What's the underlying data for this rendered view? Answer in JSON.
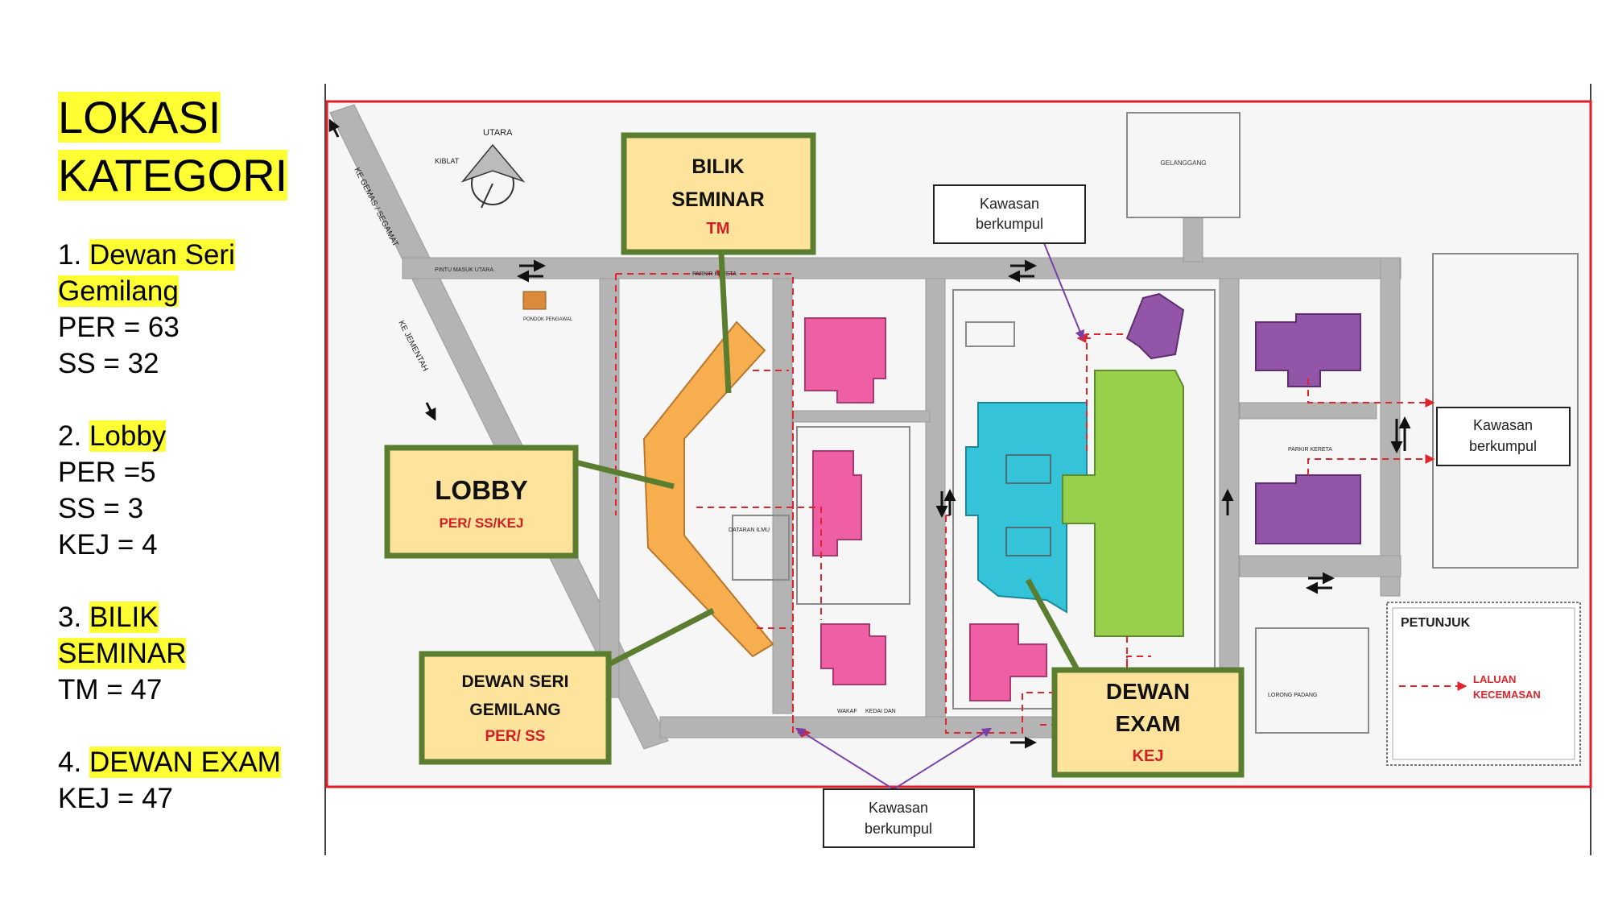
{
  "title": {
    "line1": "LOKASI",
    "line2": "KATEGORI"
  },
  "categories": [
    {
      "num": "1.",
      "name1": "Dewan Seri",
      "name2": "Gemilang",
      "lines": [
        "PER = 63",
        "SS = 32"
      ]
    },
    {
      "num": "2.",
      "name1": "Lobby",
      "name2": "",
      "lines": [
        "PER =5",
        "SS = 3",
        "KEJ = 4"
      ]
    },
    {
      "num": "3.",
      "name1": "BILIK",
      "name2": "SEMINAR",
      "lines": [
        "TM = 47"
      ]
    },
    {
      "num": "4.",
      "name1": "DEWAN EXAM",
      "name2": "",
      "lines": [
        "KEJ = 47"
      ]
    }
  ],
  "map": {
    "callouts": {
      "bilik_seminar": {
        "line1": "BILIK",
        "line2": "SEMINAR",
        "sub": "TM"
      },
      "lobby": {
        "line1": "LOBBY",
        "sub": "PER/ SS/KEJ"
      },
      "dewan_seri": {
        "line1": "DEWAN SERI",
        "line2": "GEMILANG",
        "sub": "PER/ SS"
      },
      "dewan_exam": {
        "line1": "DEWAN",
        "line2": "EXAM",
        "sub": "KEJ"
      }
    },
    "assembly": {
      "line1": "Kawasan",
      "line2": "berkumpul"
    },
    "compass": {
      "utara": "UTARA",
      "kiblat": "KIBLAT"
    },
    "roads": {
      "gemas": "KE GEMAS / SEGAMAT",
      "jementah": "KE JEMENTAH"
    },
    "legend": {
      "title": "PETUNJUK",
      "line1": "LALUAN",
      "line2": "KECEMASAN"
    },
    "small_labels": {
      "pintu_utara": "PINTU MASUK UTARA",
      "pondok": "PONDOK PENGAWAL",
      "parkir": "PARKIR KERETA",
      "dataran": "DATARAN ILMU",
      "gelanggang": "GELANGGANG",
      "padang": "LORONG PADANG",
      "kedai": "KEDAI DAN",
      "wakaf": "WAKAF"
    }
  },
  "colors": {
    "orange": "#f7ae4f",
    "pink": "#ef5fa3",
    "purple": "#9255a8",
    "cyan": "#34c3d8",
    "green": "#98d04c",
    "callout_fill": "#fde39b",
    "callout_border": "#5a7d2f",
    "route": "#e0242b",
    "frame": "#dd1e26",
    "road": "#b4b4b4"
  }
}
